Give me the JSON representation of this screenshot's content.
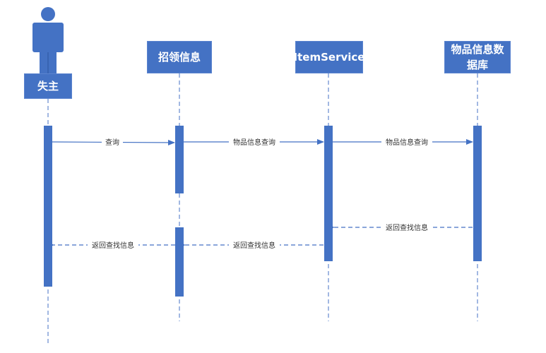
{
  "participants": [
    {
      "id": "owner",
      "label": "失主",
      "kind": "actor"
    },
    {
      "id": "claim",
      "label": "招领信息",
      "kind": "box"
    },
    {
      "id": "service",
      "label": "ItemService",
      "kind": "box"
    },
    {
      "id": "db",
      "label": "物品信息数据库",
      "kind": "box"
    }
  ],
  "messages": [
    {
      "from": "owner",
      "to": "claim",
      "label": "查询",
      "style": "solid"
    },
    {
      "from": "claim",
      "to": "service",
      "label": "物品信息查询",
      "style": "solid"
    },
    {
      "from": "service",
      "to": "db",
      "label": "物品信息查询",
      "style": "solid"
    },
    {
      "from": "db",
      "to": "service",
      "label": "返回查找信息",
      "style": "dashed"
    },
    {
      "from": "service",
      "to": "claim",
      "label": "返回查找信息",
      "style": "dashed"
    },
    {
      "from": "claim",
      "to": "owner",
      "label": "返回查找信息",
      "style": "dashed"
    }
  ],
  "colors": {
    "primary": "#4472c4",
    "text_on_primary": "#ffffff",
    "lifeline": "#4472c4"
  }
}
